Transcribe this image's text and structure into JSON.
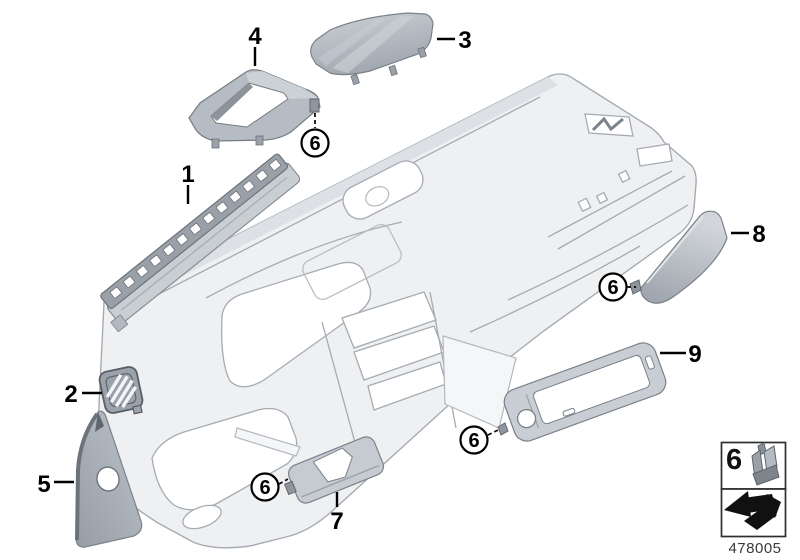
{
  "diagram": {
    "background": "#ffffff",
    "line_color": "#000000",
    "labels": [
      {
        "id": "1",
        "text": "1"
      },
      {
        "id": "2",
        "text": "2"
      },
      {
        "id": "3",
        "text": "3"
      },
      {
        "id": "4",
        "text": "4"
      },
      {
        "id": "5",
        "text": "5"
      },
      {
        "id": "7",
        "text": "7"
      },
      {
        "id": "8",
        "text": "8"
      },
      {
        "id": "9",
        "text": "9"
      }
    ],
    "fastener_callout": {
      "text": "6",
      "count": 4
    },
    "legend": {
      "fastener_label": "6",
      "diagram_number": "478005",
      "icons": {
        "clip": "mounting-clip-icon",
        "arrow": "reference-arrow-icon"
      }
    },
    "colors": {
      "part_gray": "#b6bcc3",
      "part_dark_gray": "#99a0a8",
      "body_fill": "#eef0f2",
      "body_line": "#a6abb2"
    }
  }
}
